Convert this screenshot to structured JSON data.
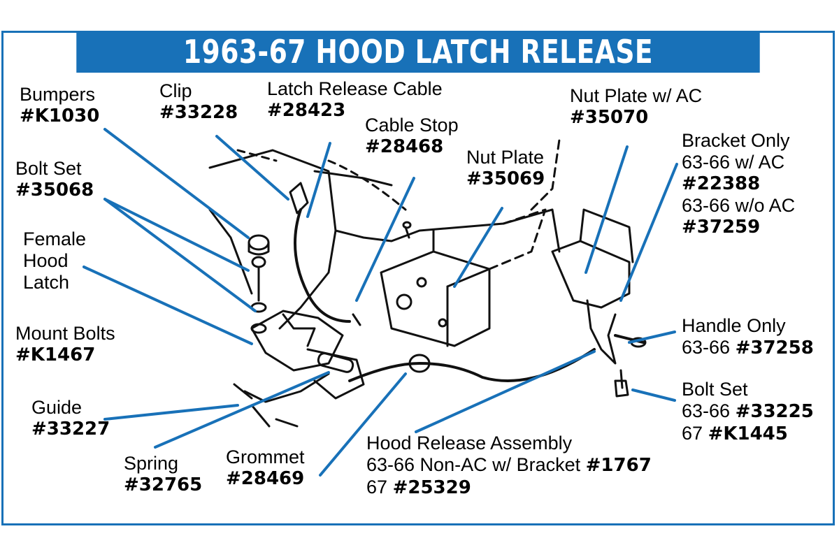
{
  "title": "1963-67 HOOD LATCH RELEASE",
  "colors": {
    "accent": "#1871b8",
    "line": "#1871b8",
    "drawing": "#111111"
  },
  "callouts": {
    "bumpers": {
      "name": "Bumpers",
      "part": "#K1030"
    },
    "clip": {
      "name": "Clip",
      "part": "#33228"
    },
    "latch_release_cable": {
      "name": "Latch Release Cable",
      "part": "#28423"
    },
    "cable_stop": {
      "name": "Cable Stop",
      "part": "#28468"
    },
    "nut_plate": {
      "name": "Nut Plate",
      "part": "#35069"
    },
    "nut_plate_ac": {
      "name": "Nut Plate w/ AC",
      "part": "#35070"
    },
    "bracket_only": {
      "name": "Bracket Only",
      "line1": "63-66 w/ AC",
      "part1": "#22388",
      "line2": "63-66 w/o AC",
      "part2": "#37259"
    },
    "bolt_set_left": {
      "name": "Bolt Set",
      "part": "#35068"
    },
    "female_hood_latch": {
      "line1": "Female",
      "line2": "Hood",
      "line3": "Latch"
    },
    "mount_bolts": {
      "name": "Mount Bolts",
      "part": "#K1467"
    },
    "guide": {
      "name": "Guide",
      "part": "#33227"
    },
    "spring": {
      "name": "Spring",
      "part": "#32765"
    },
    "grommet": {
      "name": "Grommet",
      "part": "#28469"
    },
    "hood_release_assembly": {
      "name": "Hood Release Assembly",
      "line1": "63-66 Non-AC w/ Bracket",
      "part1": "#1767",
      "line2": "67",
      "part2": "#25329"
    },
    "handle_only": {
      "name": "Handle Only",
      "line1": "63-66",
      "part1": "#37258"
    },
    "bolt_set_right": {
      "name": "Bolt Set",
      "line1": "63-66",
      "part1": "#33225",
      "line2": "67",
      "part2": "#K1445"
    }
  }
}
